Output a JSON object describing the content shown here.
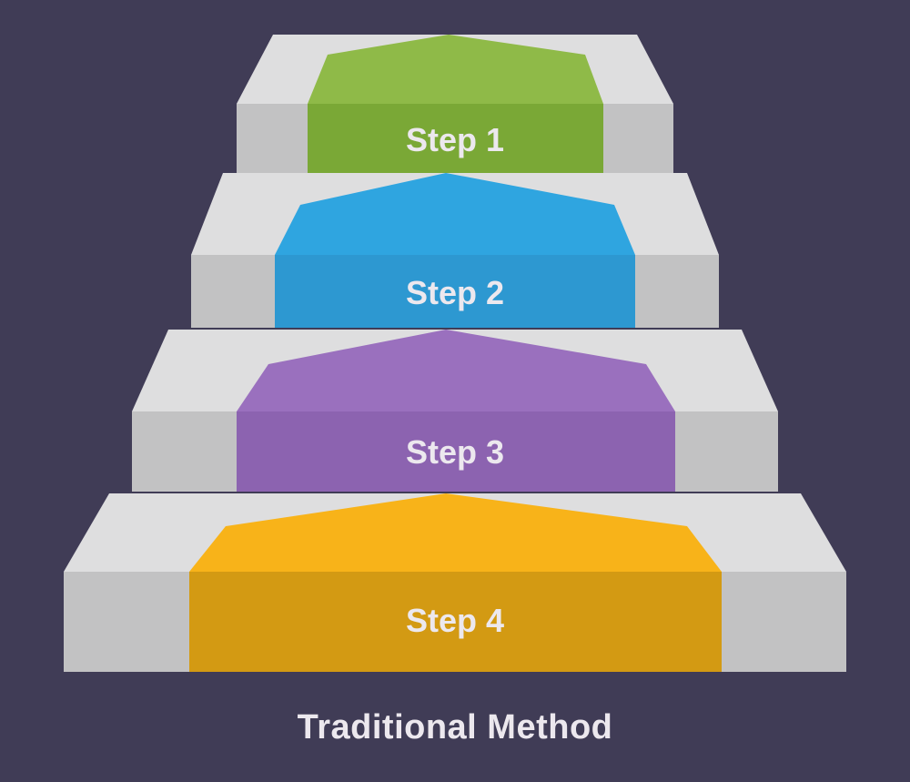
{
  "steps": [
    {
      "label": "Step 1",
      "color_top": "#8fba48",
      "color_front": "#7aa836"
    },
    {
      "label": "Step 2",
      "color_top": "#2fa5e0",
      "color_front": "#2d98d1"
    },
    {
      "label": "Step 3",
      "color_top": "#9a70be",
      "color_front": "#8c63b0"
    },
    {
      "label": "Step 4",
      "color_top": "#f8b319",
      "color_front": "#d39a13"
    }
  ],
  "caption": "Traditional Method",
  "colors": {
    "background": "#403c56",
    "stair_top": "#dededf",
    "stair_front": "#c2c2c3",
    "text": "#ece8ee"
  }
}
